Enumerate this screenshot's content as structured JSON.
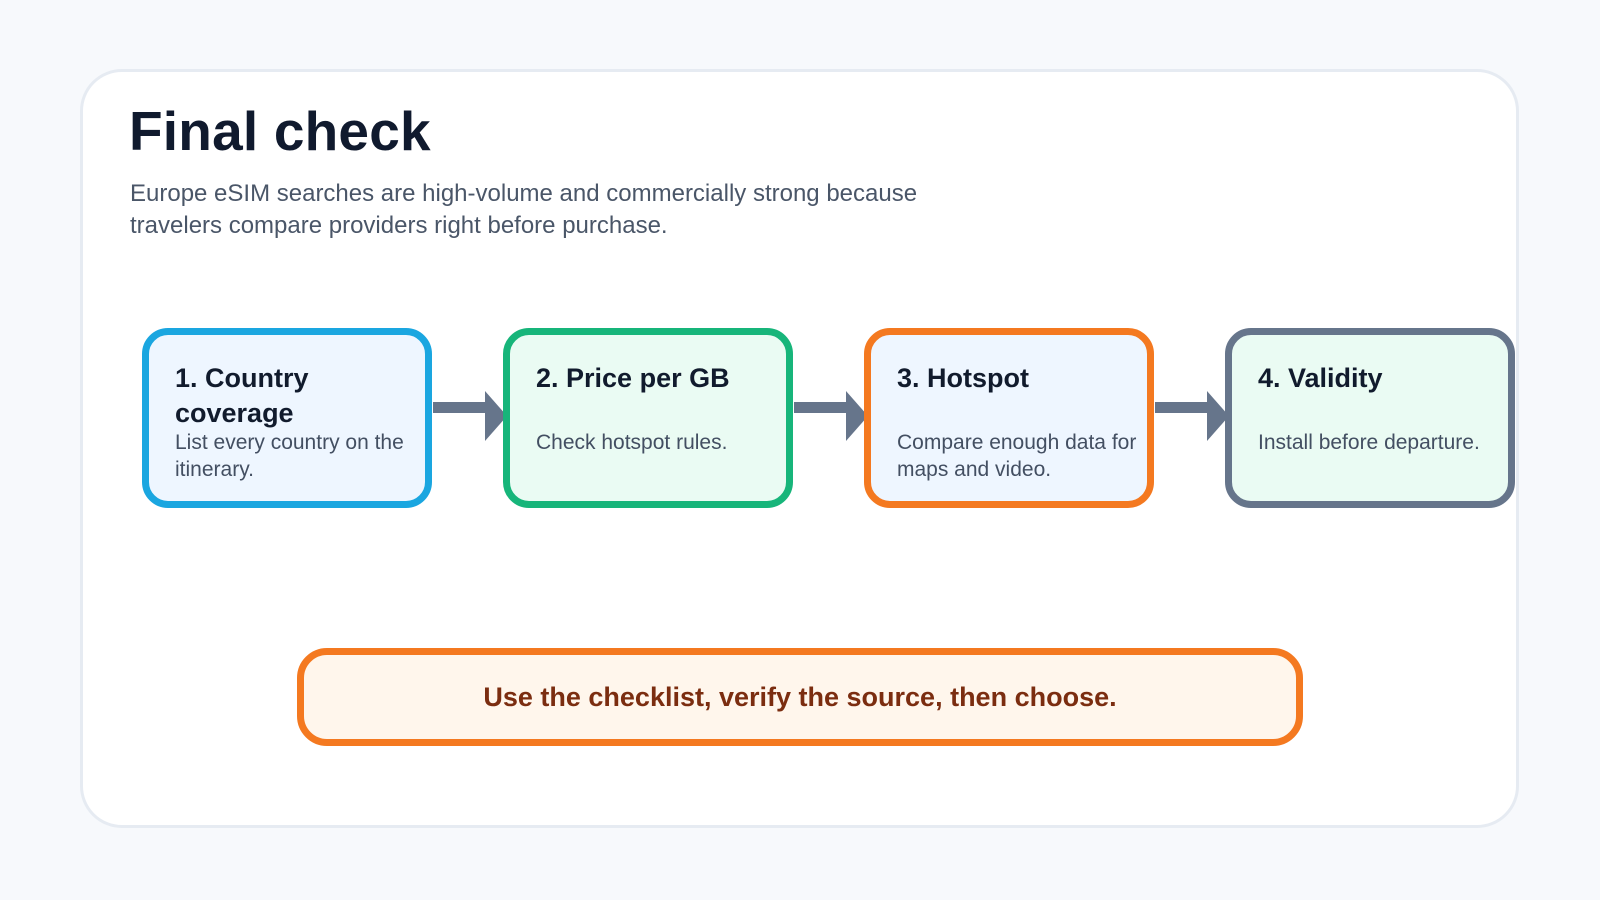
{
  "header": {
    "title": "Final check",
    "subtitle": "Europe eSIM searches are high-volume and commercially strong because travelers compare providers right before purchase."
  },
  "steps": [
    {
      "title": "1. Country coverage",
      "description": "List every country on the itinerary.",
      "border_color": "#1aa6e0",
      "fill_color": "#eef6ff"
    },
    {
      "title": "2. Price per GB",
      "description": "Check hotspot rules.",
      "border_color": "#17b57a",
      "fill_color": "#eafbf3"
    },
    {
      "title": "3. Hotspot",
      "description": "Compare enough data for maps and video.",
      "border_color": "#f47920",
      "fill_color": "#eef6ff"
    },
    {
      "title": "4. Validity",
      "description": "Install before departure.",
      "border_color": "#66758b",
      "fill_color": "#eafbf3"
    }
  ],
  "callout": {
    "text": "Use the checklist, verify the source, then choose.",
    "border_color": "#f47920",
    "fill_color": "#fff6ec",
    "text_color": "#7b2d10"
  },
  "connector_color": "#66758b"
}
